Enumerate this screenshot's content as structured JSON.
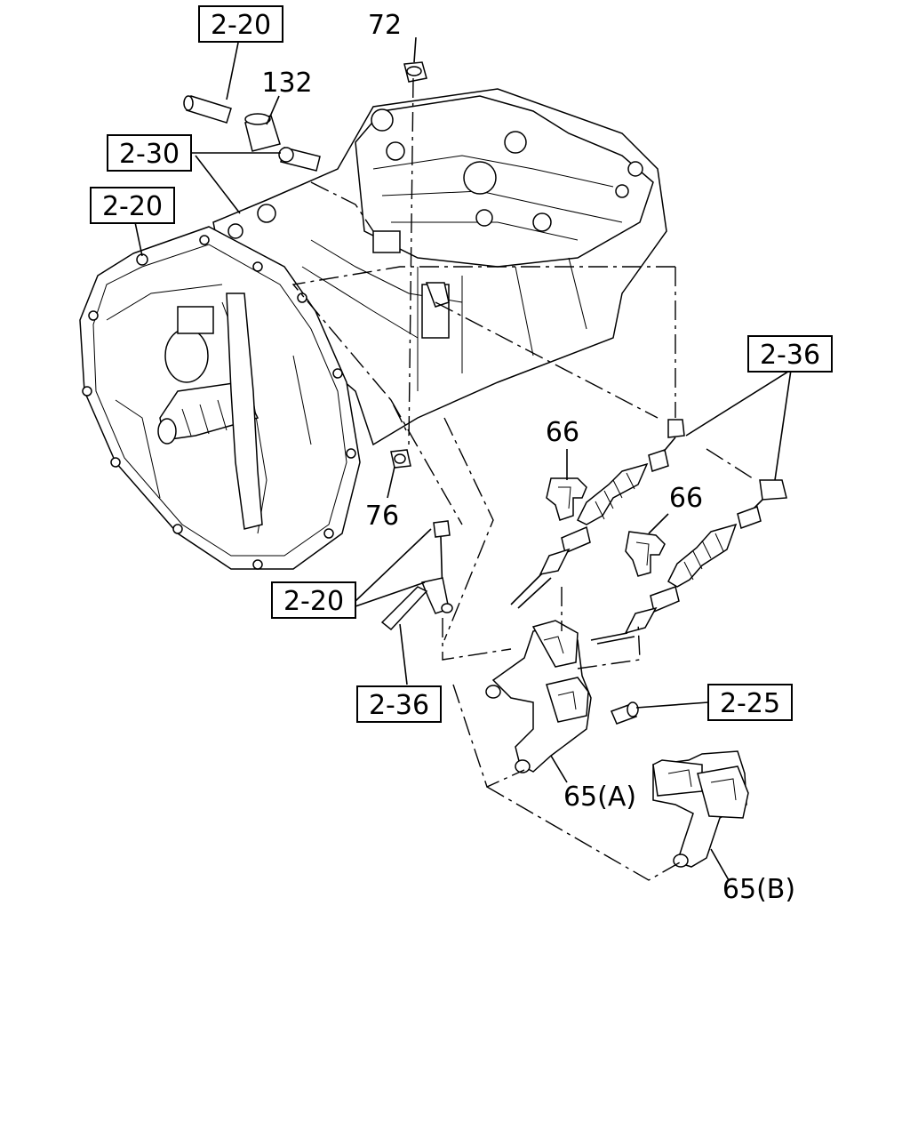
{
  "labels": {
    "ref_2_20_top": "2-20",
    "ref_2_30": "2-30",
    "ref_2_20_left": "2-20",
    "ref_2_36_right": "2-36",
    "ref_2_20_bottom": "2-20",
    "ref_2_36_bottom": "2-36",
    "ref_2_25": "2-25",
    "part_72": "72",
    "part_132": "132",
    "part_66_a": "66",
    "part_66_b": "66",
    "part_76": "76",
    "part_65a": "65(A)",
    "part_65b": "65(B)"
  }
}
